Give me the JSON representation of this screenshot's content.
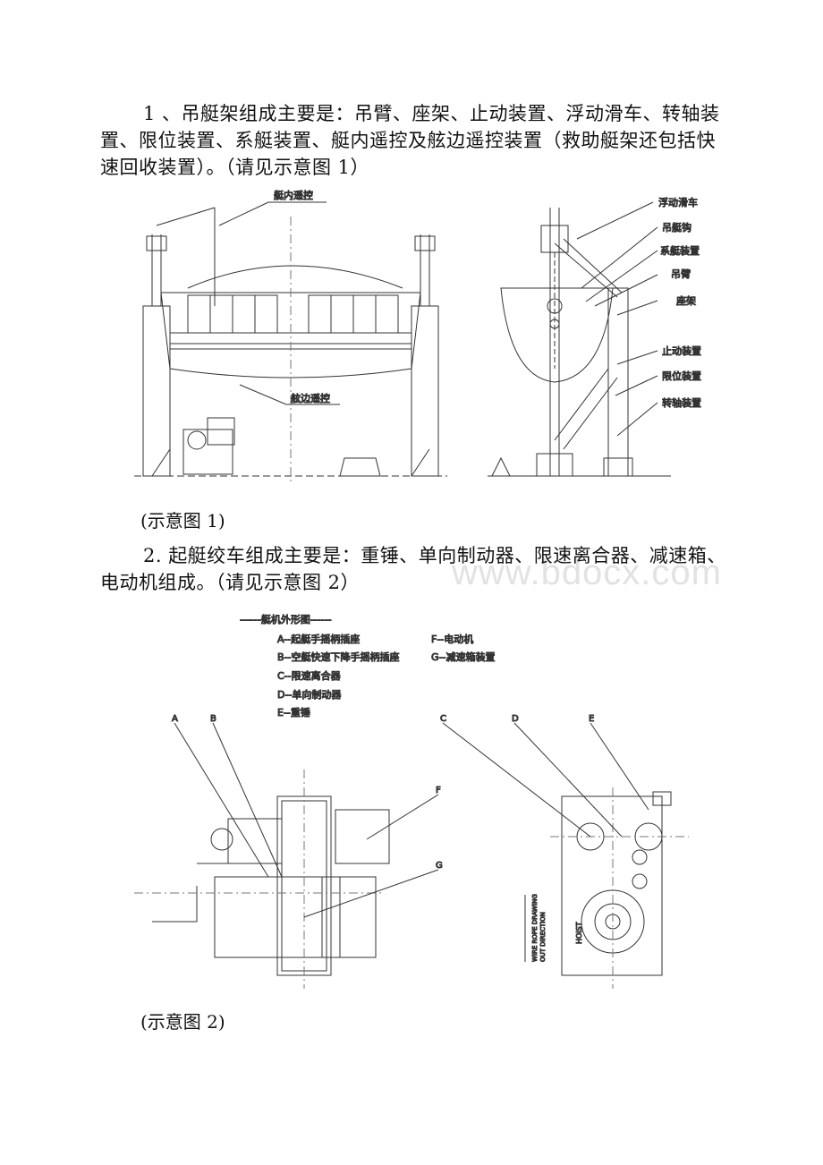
{
  "paragraph1": "1 、吊艇架组成主要是：吊臂、座架、止动装置、浮动滑车、转轴装置、限位装置、系艇装置、艇内遥控及舷边遥控装置（救助艇架还包括快速回收装置）。（请见示意图 1）",
  "caption1": "(示意图 1)",
  "paragraph2": "2. 起艇绞车组成主要是：重锤、单向制动器、限速离合器、减速箱、电动机组成。（请见示意图 2）",
  "caption2": "(示意图 2)",
  "watermark": "www.bdocx.com",
  "figure1": {
    "label_inboat": "艇内遥控",
    "label_side": "舷边遥控",
    "right_labels": [
      "浮动滑车",
      "吊艇钩",
      "系艇装置",
      "吊臂",
      "座架",
      "止动装置",
      "限位装置",
      "转轴装置"
    ]
  },
  "figure2": {
    "title": "------艇机外形图------",
    "legend_left": [
      "A--起艇手摇柄插座",
      "B--空艇快速下降手摇柄插座",
      "C--限速离合器",
      "D--单向制动器",
      "E--重锤"
    ],
    "legend_right": [
      "F--电动机",
      "G--减速箱装置"
    ],
    "markers": [
      "A",
      "B",
      "C",
      "D",
      "E",
      "F",
      "G"
    ],
    "rope_text_1": "WIRE ROPE DRAWING",
    "rope_text_2": "OUT DIRECTION",
    "hoist": "HOIST"
  }
}
